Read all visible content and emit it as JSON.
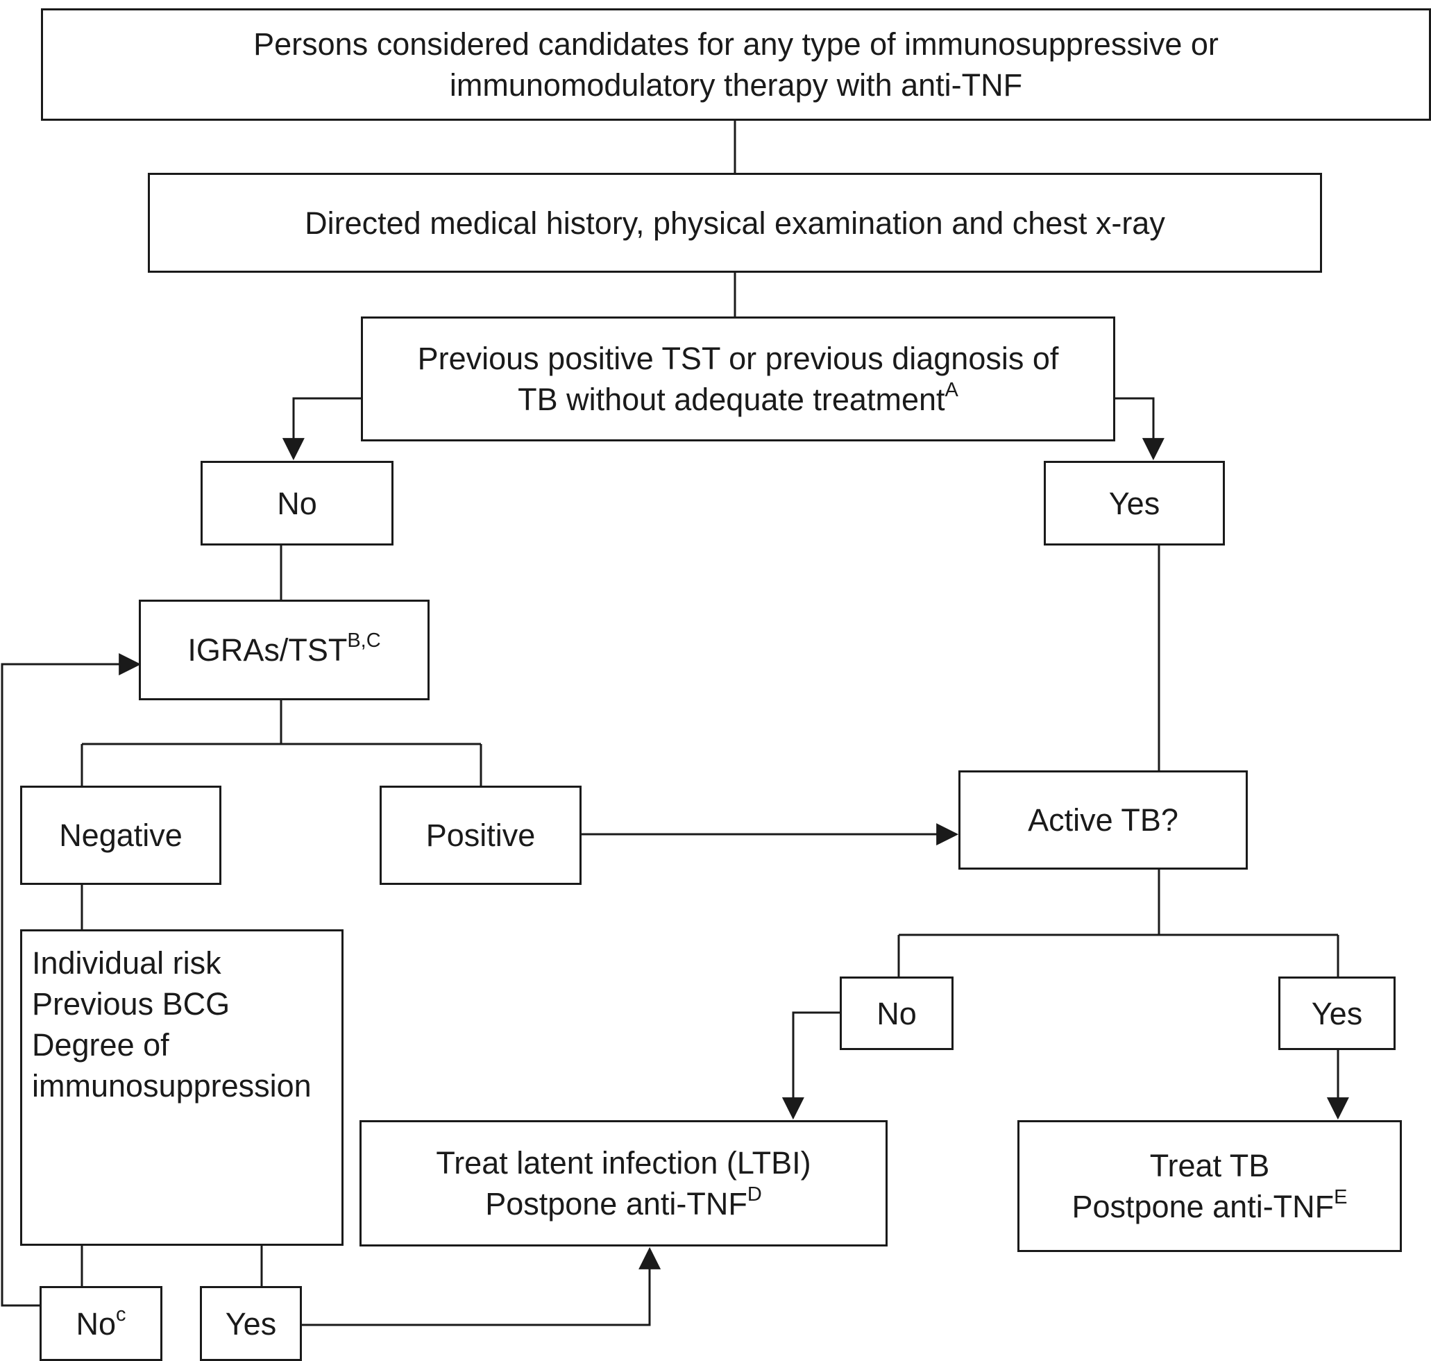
{
  "flowchart": {
    "start": {
      "line1": "Persons considered candidates for any type of immunosuppressive or",
      "line2": "immunomodulatory therapy with anti-TNF"
    },
    "history": {
      "text": "Directed medical history, physical examination and chest x-ray"
    },
    "previous": {
      "line1": "Previous positive TST or previous diagnosis of",
      "line2": "TB without adequate treatment",
      "sup": "A"
    },
    "no_1": {
      "text": "No"
    },
    "yes_1": {
      "text": "Yes"
    },
    "igras": {
      "text": "IGRAs/TST",
      "sup": "B,C"
    },
    "negative": {
      "text": "Negative"
    },
    "positive": {
      "text": "Positive"
    },
    "active_tb": {
      "text": "Active TB?"
    },
    "risk": {
      "lines": [
        "Individual risk",
        "Previous BCG",
        "Degree of",
        "immunosuppression"
      ]
    },
    "no_2": {
      "text": "No"
    },
    "yes_2": {
      "text": "Yes"
    },
    "ltbi": {
      "line1": "Treat latent infection (LTBI)",
      "line2": "Postpone anti-TNF",
      "sup": "D"
    },
    "treat_tb": {
      "line1": "Treat TB",
      "line2": "Postpone anti-TNF",
      "sup": "E"
    },
    "no_3": {
      "text": "No",
      "sup": "c"
    },
    "yes_3": {
      "text": "Yes"
    }
  }
}
